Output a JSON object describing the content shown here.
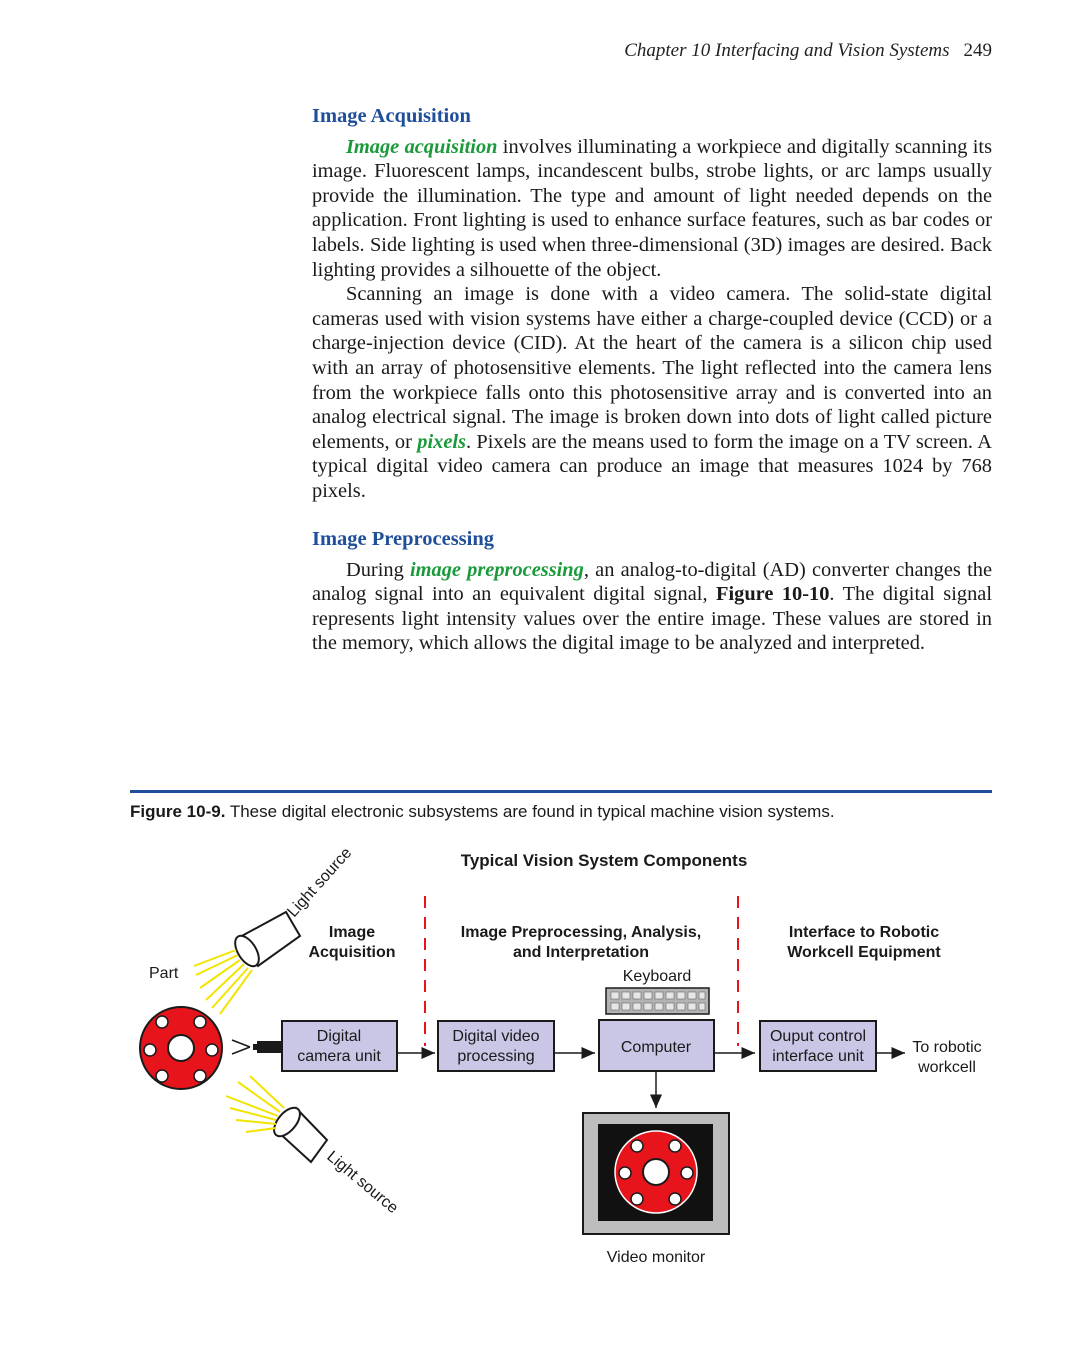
{
  "header": {
    "chapter": "Chapter 10  Interfacing and Vision Systems",
    "page_number": "249"
  },
  "section1": {
    "heading": "Image Acquisition",
    "p1_term": "Image acquisition",
    "p1_rest": " involves illuminating a workpiece and digitally scanning its image. Fluorescent lamps, incandescent bulbs, strobe lights, or arc lamps usually provide the illumination. The type and amount of light needed depends on the application. Front lighting is used to enhance surface features, such as bar codes or labels. Side lighting is used when three-dimensional (3D) images are desired. Back lighting provides a silhouette of the object.",
    "p2_start": "Scanning an image is done with a video camera. The solid-state digital cameras used with vision systems have either a charge-coupled device (CCD) or a charge-injection device (CID). At the heart of the camera is a silicon chip used with an array of photosensitive elements. The light reflected into the camera lens from the workpiece falls onto this photosensitive array and is converted into an analog electrical signal. The image is broken down into dots of light called picture elements, or ",
    "p2_term": "pixels",
    "p2_end": ". Pixels are the means used to form the image on a TV screen. A typical digital video camera can produce an image that measures 1024 by 768 pixels."
  },
  "section2": {
    "heading": "Image Preprocessing",
    "p1_start": "During ",
    "p1_term": "image preprocessing",
    "p1_mid": ", an analog-to-digital (AD) converter changes the analog signal into an equivalent digital signal, ",
    "p1_figref": "Figure 10-10",
    "p1_end": ". The digital signal represents light intensity values over the entire image. These values are stored in the memory, which allows the digital image to be analyzed and interpreted."
  },
  "figure": {
    "caption_label": "Figure 10-9.",
    "caption_text": " These digital electronic subsystems are found in typical machine vision systems.",
    "title": "Typical Vision System Components",
    "section_acq_line1": "Image",
    "section_acq_line2": "Acquisition",
    "section_proc_line1": "Image Preprocessing, Analysis,",
    "section_proc_line2": "and Interpretation",
    "section_iface_line1": "Interface to Robotic",
    "section_iface_line2": "Workcell Equipment",
    "part_label": "Part",
    "light_source_top": "Light source",
    "light_source_bottom": "Light source",
    "camera_box_line1": "Digital",
    "camera_box_line2": "camera unit",
    "video_box_line1": "Digital video",
    "video_box_line2": "processing",
    "keyboard_label": "Keyboard",
    "computer_label": "Computer",
    "output_box_line1": "Ouput control",
    "output_box_line2": "interface unit",
    "to_robotic_line1": "To robotic",
    "to_robotic_line2": "workcell",
    "monitor_label": "Video monitor",
    "colors": {
      "box_fill": "#c9c6e6",
      "part_red": "#e8141c",
      "divider_red": "#e8141c",
      "light_rays": "#f2e400",
      "rule_blue": "#1f4e9a"
    }
  }
}
